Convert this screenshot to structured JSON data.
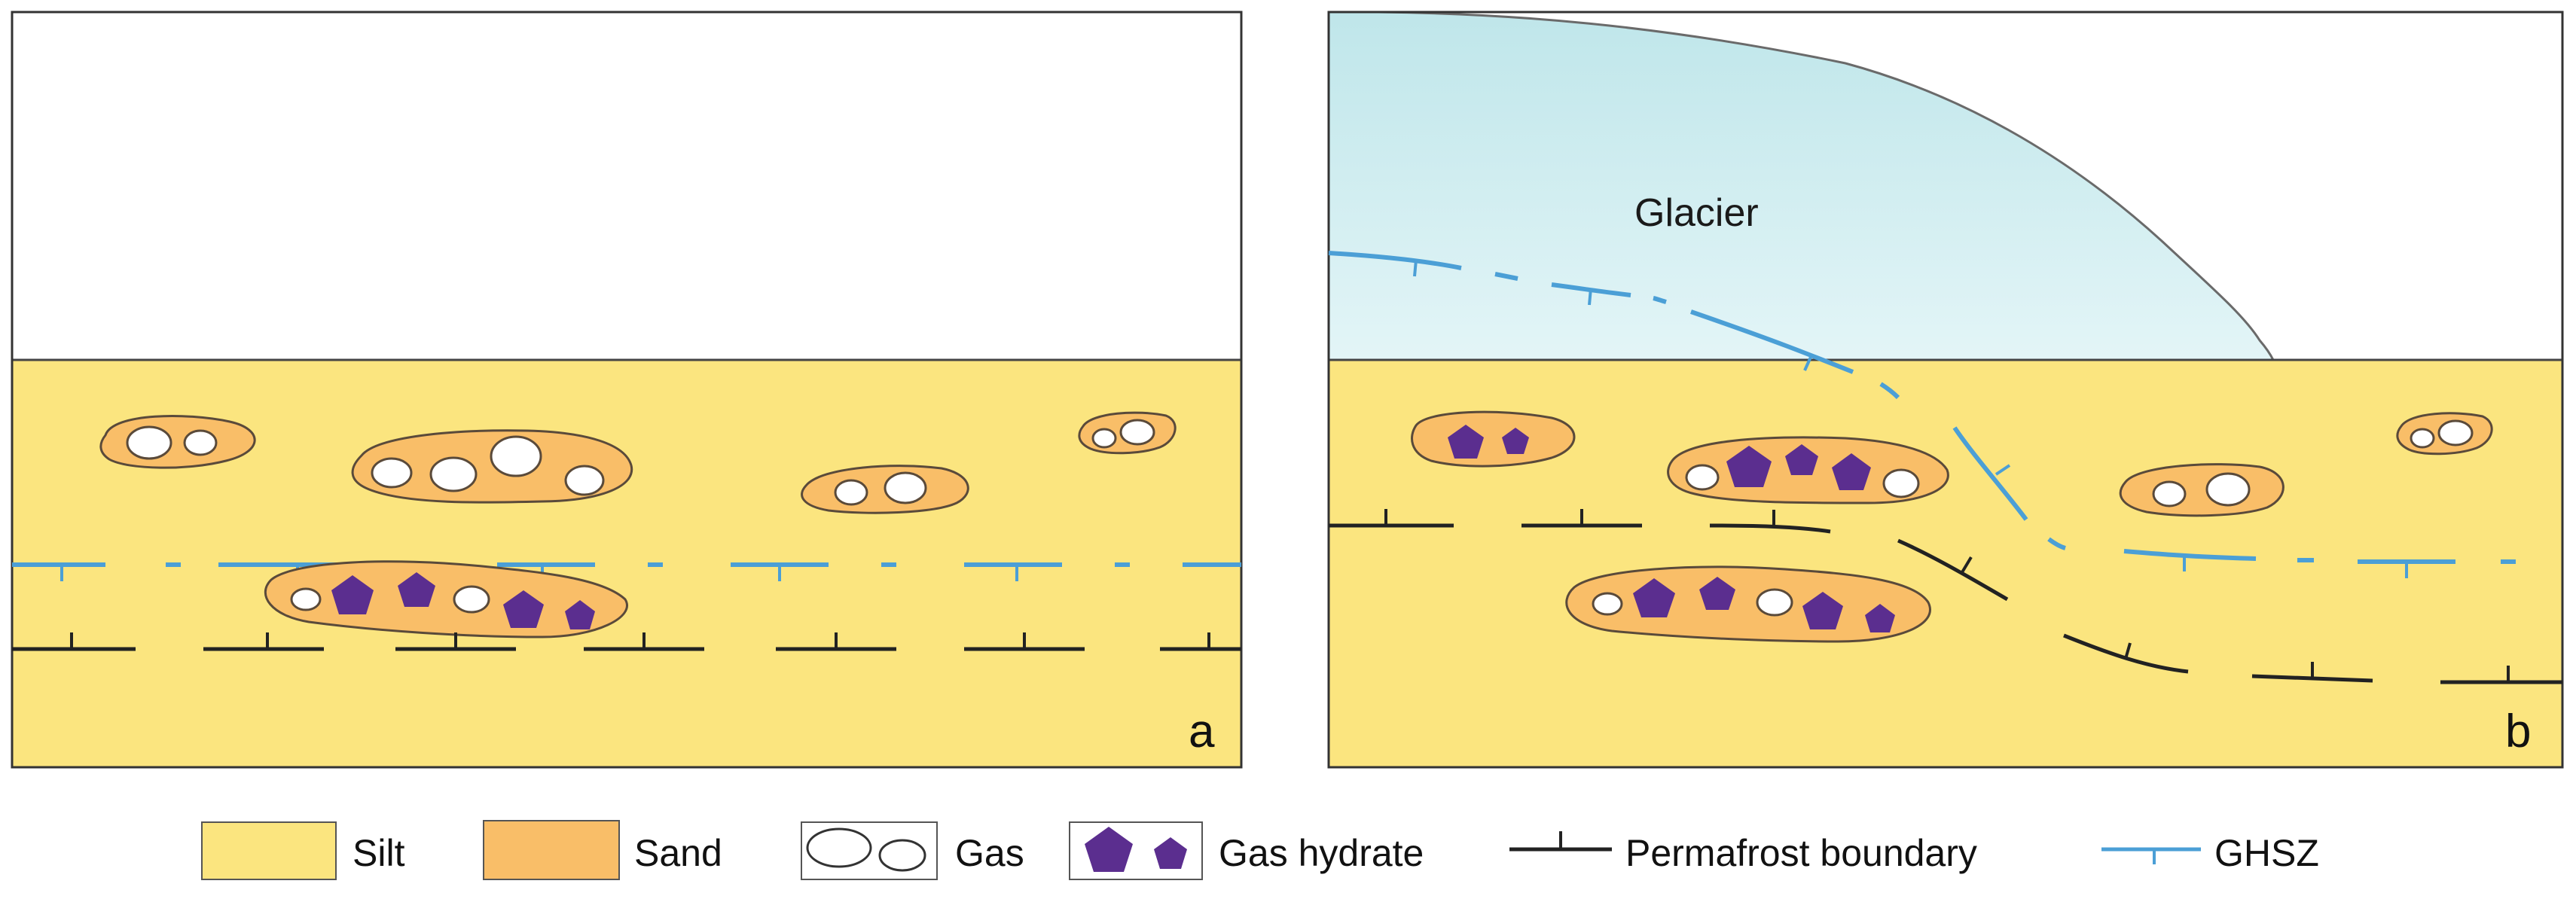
{
  "panels": {
    "a": {
      "letter": "a"
    },
    "b": {
      "letter": "b",
      "glacier_label": "Glacier"
    }
  },
  "legend": {
    "silt": "Silt",
    "sand": "Sand",
    "gas": "Gas",
    "gas_hydrate": "Gas hydrate",
    "permafrost": "Permafrost boundary",
    "ghsz": "GHSZ"
  },
  "colors": {
    "silt": "#fbe57f",
    "sand": "#f9be68",
    "sand_outline": "#5a4a3a",
    "hydrate": "#5b2e8f",
    "ghsz_line": "#4b9fd6",
    "permafrost_line": "#222222",
    "glacier_top": "#bfe6ea",
    "glacier_bottom": "#e3f5f7"
  },
  "icons": [
    "gas-bubble-icon",
    "gas-hydrate-pentagon-icon",
    "permafrost-tick-line-icon",
    "ghsz-dash-dot-line-icon"
  ]
}
